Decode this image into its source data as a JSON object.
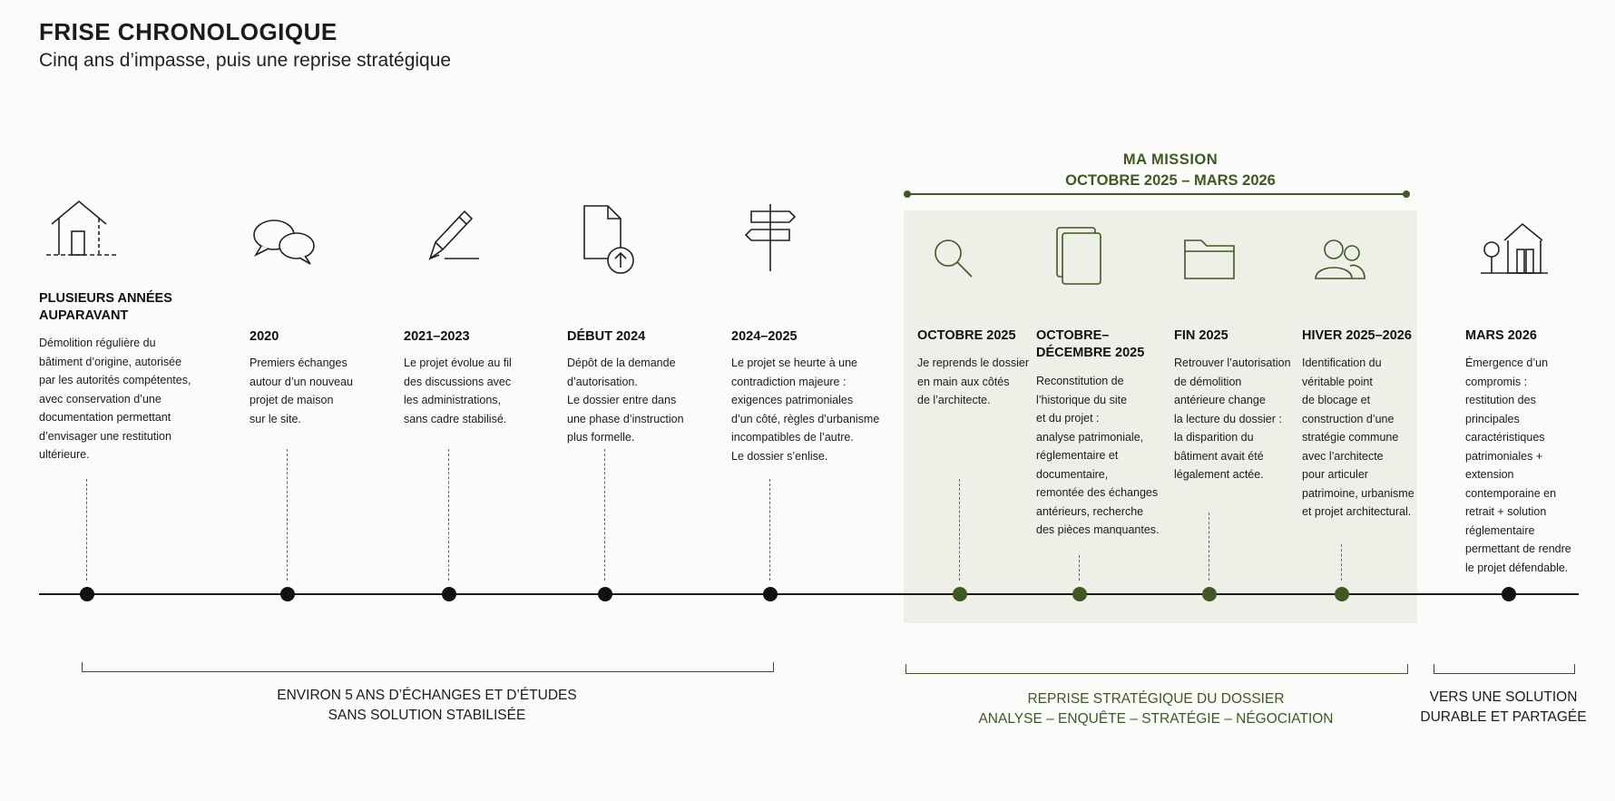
{
  "title": "FRISE CHRONOLOGIQUE",
  "subtitle": "Cinq ans d’impasse, puis une reprise stratégique",
  "mission": {
    "title": "MA MISSION",
    "dates": "OCTOBRE 2025 – MARS 2026"
  },
  "colors": {
    "accent": "#3d5a20",
    "mission_bg": "#eef0e8",
    "ink": "#1b1b1b"
  },
  "events": [
    {
      "id": "e1",
      "icon": "house-icon",
      "label": [
        "PLUSIEURS ANNÉES",
        "AUPARAVANT"
      ],
      "mission": false,
      "desc": [
        "Démolition régulière du",
        "bâtiment d’origine, autorisée",
        "par les autorités compétentes,",
        "avec conservation d’une",
        "documentation permettant",
        "d’envisager une restitution",
        "ultérieure."
      ]
    },
    {
      "id": "e2",
      "icon": "chat-bubbles-icon",
      "label": [
        "2020"
      ],
      "mission": false,
      "desc": [
        "Premiers échanges",
        "autour d’un nouveau",
        "projet de maison",
        "sur le site."
      ]
    },
    {
      "id": "e3",
      "icon": "pencil-icon",
      "label": [
        "2021–2023"
      ],
      "mission": false,
      "desc": [
        "Le projet évolue au fil",
        "des discussions avec",
        "les administrations,",
        "sans cadre stabilisé."
      ]
    },
    {
      "id": "e4",
      "icon": "document-upload-icon",
      "label": [
        "DÉBUT 2024"
      ],
      "mission": false,
      "desc": [
        "Dépôt de la demande",
        "d’autorisation.",
        "Le dossier entre dans",
        "une phase d’instruction",
        "plus formelle."
      ]
    },
    {
      "id": "e5",
      "icon": "signpost-icon",
      "label": [
        "2024–2025"
      ],
      "mission": false,
      "desc": [
        "Le projet se heurte à une",
        "contradiction majeure :",
        "exigences patrimoniales",
        "d’un côté, règles d’urbanisme",
        "incompatibles de l’autre.",
        "Le dossier s’enlise."
      ]
    },
    {
      "id": "e6",
      "icon": "magnifier-icon",
      "label": [
        "OCTOBRE 2025"
      ],
      "mission": true,
      "desc": [
        "Je reprends le dossier",
        "en main aux côtés",
        "de l’architecte."
      ]
    },
    {
      "id": "e7",
      "icon": "documents-icon",
      "label": [
        "OCTOBRE–",
        "DÉCEMBRE 2025"
      ],
      "mission": true,
      "desc": [
        "Reconstitution de",
        "l’historique du site",
        "et du projet :",
        "analyse patrimoniale,",
        "réglementaire et",
        "documentaire,",
        "remontée des échanges",
        "antérieurs, recherche",
        "des pièces manquantes."
      ]
    },
    {
      "id": "e8",
      "icon": "folder-icon",
      "label": [
        "FIN 2025"
      ],
      "mission": true,
      "desc": [
        "Retrouver l’autorisation",
        "de démolition",
        "antérieure change",
        "la lecture du dossier :",
        "la disparition du",
        "bâtiment avait été",
        "légalement actée."
      ]
    },
    {
      "id": "e9",
      "icon": "people-icon",
      "label": [
        "HIVER 2025–2026"
      ],
      "mission": true,
      "desc": [
        "Identification du",
        "véritable point",
        "de blocage et",
        "construction d’une",
        "stratégie commune",
        "avec l’architecte",
        "pour articuler",
        "patrimoine, urbanisme",
        "et projet architectural."
      ]
    },
    {
      "id": "e10",
      "icon": "house-with-tree-icon",
      "label": [
        "MARS 2026"
      ],
      "mission": false,
      "desc": [
        "Émergence d’un",
        "compromis :",
        "restitution des",
        "principales",
        "caractéristiques",
        "patrimoniales +",
        "extension",
        "contemporaine en",
        "retrait + solution",
        "réglementaire",
        "permettant de rendre",
        "le projet défendable."
      ]
    }
  ],
  "brackets": [
    {
      "id": "b1",
      "lines": [
        "ENVIRON 5 ANS D’ÉCHANGES ET D’ÉTUDES",
        "SANS SOLUTION STABILISÉE"
      ],
      "accent": false
    },
    {
      "id": "b2",
      "lines": [
        "REPRISE STRATÉGIQUE DU DOSSIER",
        "ANALYSE – ENQUÊTE – STRATÉGIE – NÉGOCIATION"
      ],
      "accent": true
    },
    {
      "id": "b3",
      "lines": [
        "VERS UNE SOLUTION",
        "DURABLE ET PARTAGÉE"
      ],
      "accent": false
    }
  ]
}
